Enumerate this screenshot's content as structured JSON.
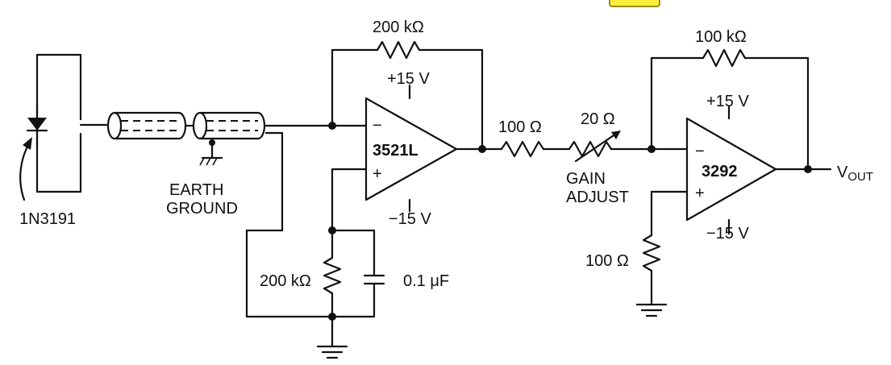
{
  "labels": {
    "diode": "1N3191",
    "earth_ground": [
      "EARTH",
      "GROUND"
    ],
    "feedback_resistor_1": "200 kΩ",
    "opamp_1": {
      "name": "3521L",
      "minus": "−",
      "plus": "+",
      "v_pos": "+15 V",
      "v_neg": "−15 V"
    },
    "bias_resistor": "200 kΩ",
    "capacitor": "0.1 μF",
    "series_resistor": "100 Ω",
    "gain_resistor": "20 Ω",
    "gain_adjust": [
      "GAIN",
      "ADJUST"
    ],
    "feedback_resistor_2": "100 kΩ",
    "opamp_2": {
      "name": "3292",
      "minus": "−",
      "plus": "+",
      "v_pos": "+15 V",
      "v_neg": "−15 V"
    },
    "ground_resistor_2": "100 Ω",
    "output": {
      "main": "V",
      "sub": "OUT"
    }
  },
  "colors": {
    "ink": "#111111",
    "highlight": "#ffef3a"
  }
}
